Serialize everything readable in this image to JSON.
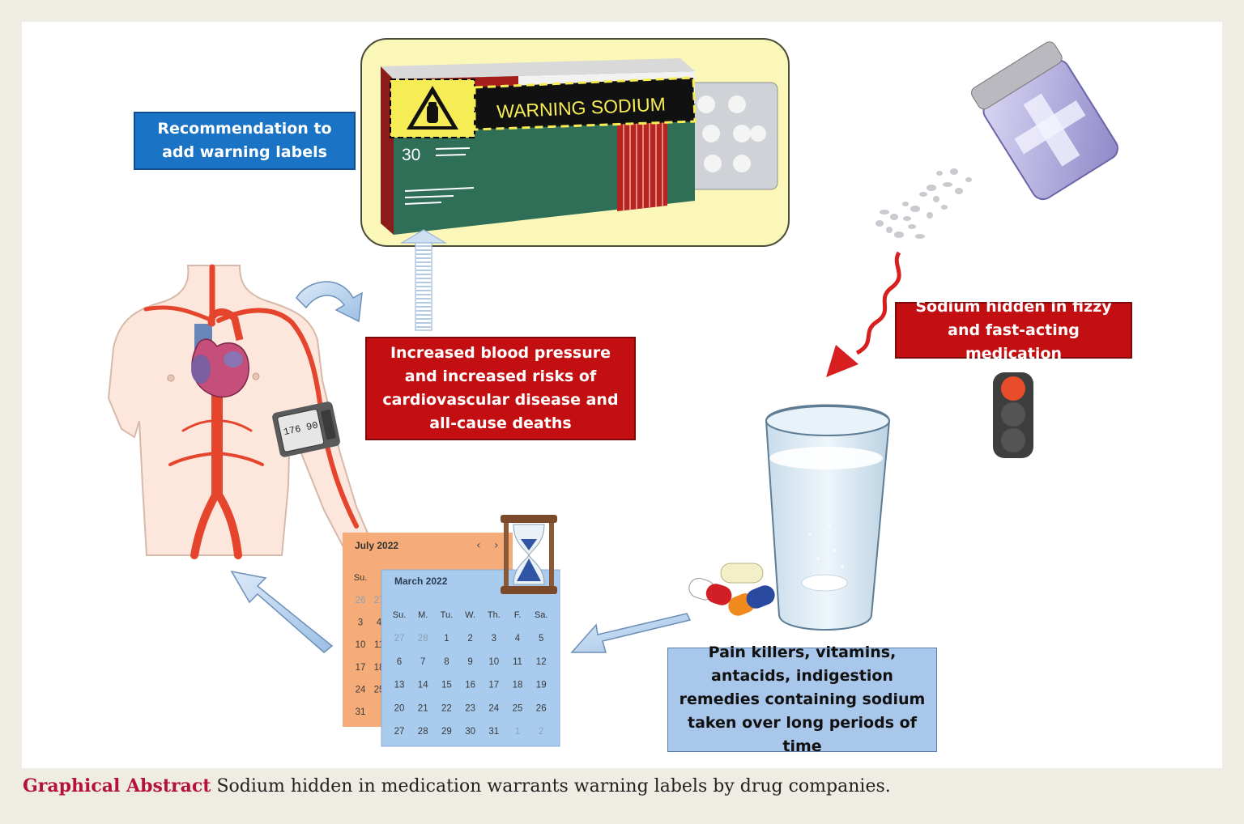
{
  "labels": {
    "recommendation": "Recommendation to add warning labels",
    "blood_pressure": "Increased blood pressure and increased risks of cardiovascular disease and all-cause deaths",
    "fizzy": "Sodium hidden in fizzy and fast-acting medication",
    "pain_killers": "Pain killers, vitamins, antacids, indigestion remedies containing sodium taken over long periods of time"
  },
  "package": {
    "warning_text": "WARNING SODIUM",
    "count": "30"
  },
  "monitor": {
    "readout": "176 90"
  },
  "calendar_back": {
    "title": "July 2022",
    "day_header": "Su.",
    "first_col": [
      "26",
      "3",
      "10",
      "17",
      "24",
      "31"
    ],
    "second_col": [
      "27",
      "4",
      "11",
      "18",
      "25"
    ]
  },
  "calendar_front": {
    "title": "March 2022",
    "days": [
      "Su.",
      "M.",
      "Tu.",
      "W.",
      "Th.",
      "F.",
      "Sa."
    ],
    "weeks": [
      [
        "27",
        "28",
        "1",
        "2",
        "3",
        "4",
        "5"
      ],
      [
        "6",
        "7",
        "8",
        "9",
        "10",
        "11",
        "12"
      ],
      [
        "13",
        "14",
        "15",
        "16",
        "17",
        "18",
        "19"
      ],
      [
        "20",
        "21",
        "22",
        "23",
        "24",
        "25",
        "26"
      ],
      [
        "27",
        "28",
        "29",
        "30",
        "31",
        "1",
        "2"
      ]
    ]
  },
  "caption": {
    "title": "Graphical Abstract",
    "text": " Sodium hidden in medication warrants warning labels by drug companies."
  },
  "colors": {
    "red_box": "#c40f12",
    "blue_box": "#1a73c4",
    "light_blue_box": "#a9c7ea",
    "artery": "#e4452c",
    "caption_title": "#b5123a"
  },
  "icons": [
    "salt-shaker-icon",
    "traffic-light-icon",
    "hourglass-icon",
    "warning-salt-icon",
    "glass-icon",
    "pills-icon"
  ]
}
